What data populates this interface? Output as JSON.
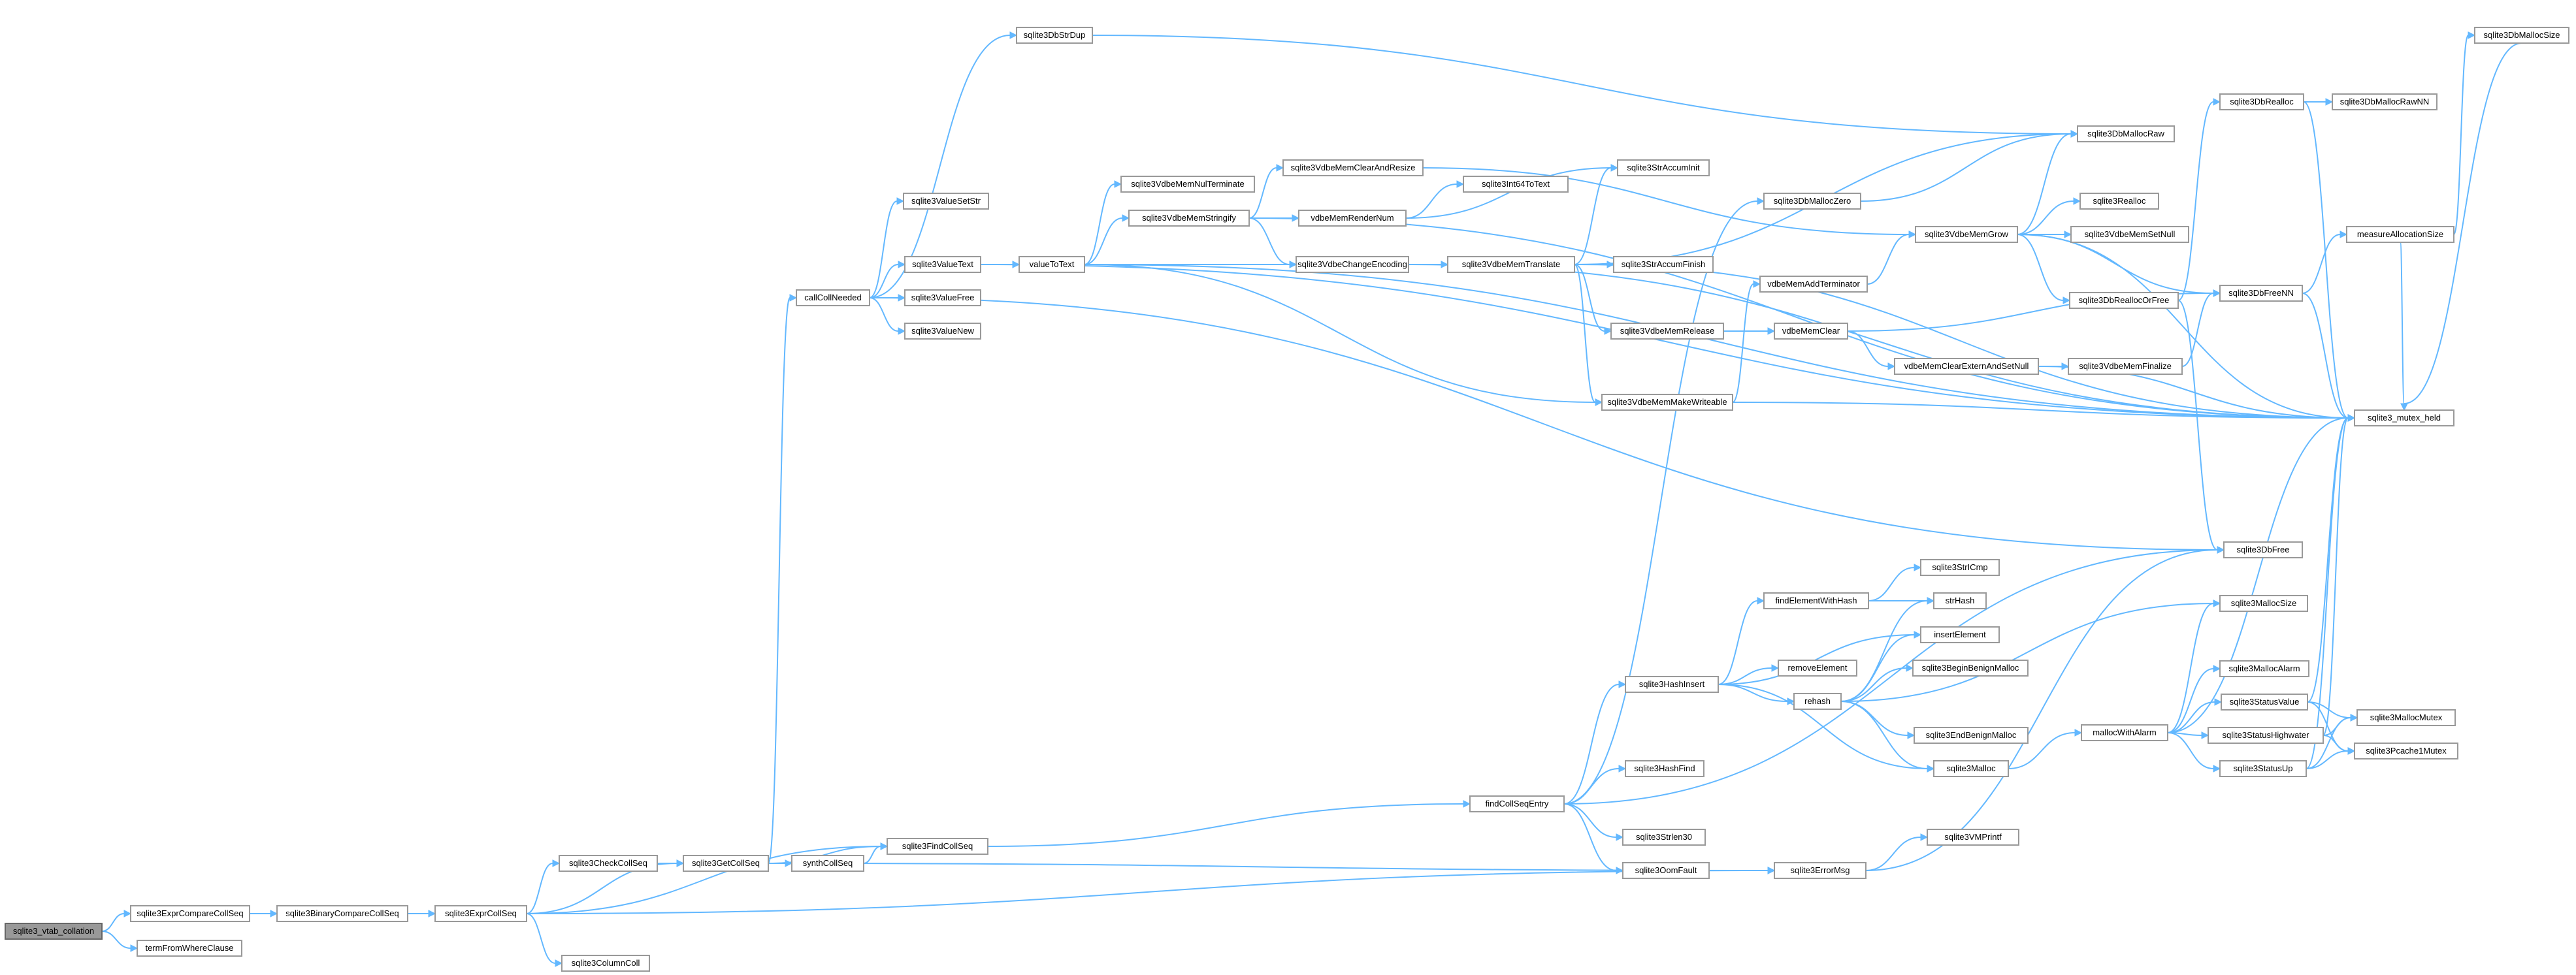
{
  "graph": {
    "title": "",
    "colors": {
      "edge": "#63b8ff",
      "node_border": "#999999",
      "root_fill": "#999999"
    },
    "nodes": [
      {
        "id": "root",
        "label": "sqlite3_vtab_collation"
      },
      {
        "id": "exprCompare",
        "label": "sqlite3ExprCompareCollSeq"
      },
      {
        "id": "termFrom",
        "label": "termFromWhereClause"
      },
      {
        "id": "binCompare",
        "label": "sqlite3BinaryCompareCollSeq"
      },
      {
        "id": "exprColl",
        "label": "sqlite3ExprCollSeq"
      },
      {
        "id": "checkColl",
        "label": "sqlite3CheckCollSeq"
      },
      {
        "id": "columnColl",
        "label": "sqlite3ColumnColl"
      },
      {
        "id": "getColl",
        "label": "sqlite3GetCollSeq"
      },
      {
        "id": "callColl",
        "label": "callCollNeeded"
      },
      {
        "id": "synthColl",
        "label": "synthCollSeq"
      },
      {
        "id": "findColl",
        "label": "sqlite3FindCollSeq"
      },
      {
        "id": "valueSetStr",
        "label": "sqlite3ValueSetStr"
      },
      {
        "id": "valueText",
        "label": "sqlite3ValueText"
      },
      {
        "id": "valueFree",
        "label": "sqlite3ValueFree"
      },
      {
        "id": "valueNew",
        "label": "sqlite3ValueNew"
      },
      {
        "id": "strDup",
        "label": "sqlite3DbStrDup"
      },
      {
        "id": "valueToText",
        "label": "valueToText"
      },
      {
        "id": "nulTerm",
        "label": "sqlite3VdbeMemNulTerminate"
      },
      {
        "id": "stringify",
        "label": "sqlite3VdbeMemStringify"
      },
      {
        "id": "clearResize",
        "label": "sqlite3VdbeMemClearAndResize"
      },
      {
        "id": "renderNum",
        "label": "vdbeMemRenderNum"
      },
      {
        "id": "int64",
        "label": "sqlite3Int64ToText"
      },
      {
        "id": "changeEnc",
        "label": "sqlite3VdbeChangeEncoding"
      },
      {
        "id": "memTranslate",
        "label": "sqlite3VdbeMemTranslate"
      },
      {
        "id": "strAccumInit",
        "label": "sqlite3StrAccumInit"
      },
      {
        "id": "strAccumFinish",
        "label": "sqlite3StrAccumFinish"
      },
      {
        "id": "dbMallocZero",
        "label": "sqlite3DbMallocZero"
      },
      {
        "id": "addTerm",
        "label": "vdbeMemAddTerminator"
      },
      {
        "id": "memRelease",
        "label": "sqlite3VdbeMemRelease"
      },
      {
        "id": "memClear",
        "label": "vdbeMemClear"
      },
      {
        "id": "makeWrite",
        "label": "sqlite3VdbeMemMakeWriteable"
      },
      {
        "id": "clearExtern",
        "label": "vdbeMemClearExternAndSetNull"
      },
      {
        "id": "dbMallocRaw",
        "label": "sqlite3DbMallocRaw"
      },
      {
        "id": "memGrow",
        "label": "sqlite3VdbeMemGrow"
      },
      {
        "id": "dbRealloc",
        "label": "sqlite3DbRealloc"
      },
      {
        "id": "dbMallocRawNN",
        "label": "sqlite3DbMallocRawNN"
      },
      {
        "id": "realloc",
        "label": "sqlite3Realloc"
      },
      {
        "id": "setNull",
        "label": "sqlite3VdbeMemSetNull"
      },
      {
        "id": "reallocOrFree",
        "label": "sqlite3DbReallocOrFree"
      },
      {
        "id": "freeNN",
        "label": "sqlite3DbFreeNN"
      },
      {
        "id": "memFinalize",
        "label": "sqlite3VdbeMemFinalize"
      },
      {
        "id": "measure",
        "label": "measureAllocationSize"
      },
      {
        "id": "dbMallocSize",
        "label": "sqlite3DbMallocSize"
      },
      {
        "id": "mutexHeld",
        "label": "sqlite3_mutex_held"
      },
      {
        "id": "dbFree",
        "label": "sqlite3DbFree"
      },
      {
        "id": "findElem",
        "label": "findElementWithHash"
      },
      {
        "id": "strICmp",
        "label": "sqlite3StrICmp"
      },
      {
        "id": "strHash",
        "label": "strHash"
      },
      {
        "id": "insertElem",
        "label": "insertElement"
      },
      {
        "id": "hashInsert",
        "label": "sqlite3HashInsert"
      },
      {
        "id": "removeElem",
        "label": "removeElement"
      },
      {
        "id": "rehash",
        "label": "rehash"
      },
      {
        "id": "beginBenign",
        "label": "sqlite3BeginBenignMalloc"
      },
      {
        "id": "endBenign",
        "label": "sqlite3EndBenignMalloc"
      },
      {
        "id": "malloc",
        "label": "sqlite3Malloc"
      },
      {
        "id": "mallocAlarm",
        "label": "mallocWithAlarm"
      },
      {
        "id": "mallocSize",
        "label": "sqlite3MallocSize"
      },
      {
        "id": "mallocAlarm2",
        "label": "sqlite3MallocAlarm"
      },
      {
        "id": "statusValue",
        "label": "sqlite3StatusValue"
      },
      {
        "id": "statusHigh",
        "label": "sqlite3StatusHighwater"
      },
      {
        "id": "statusUp",
        "label": "sqlite3StatusUp"
      },
      {
        "id": "mallocMutex",
        "label": "sqlite3MallocMutex"
      },
      {
        "id": "pcache",
        "label": "sqlite3Pcache1Mutex"
      },
      {
        "id": "hashFind",
        "label": "sqlite3HashFind"
      },
      {
        "id": "findEntry",
        "label": "findCollSeqEntry"
      },
      {
        "id": "strlen30",
        "label": "sqlite3Strlen30"
      },
      {
        "id": "oomFault",
        "label": "sqlite3OomFault"
      },
      {
        "id": "errorMsg",
        "label": "sqlite3ErrorMsg"
      },
      {
        "id": "vmprintf",
        "label": "sqlite3VMPrintf"
      }
    ],
    "edges": [
      [
        "root",
        "exprCompare"
      ],
      [
        "root",
        "termFrom"
      ],
      [
        "exprCompare",
        "binCompare"
      ],
      [
        "binCompare",
        "exprColl"
      ],
      [
        "exprColl",
        "checkColl"
      ],
      [
        "exprColl",
        "columnColl"
      ],
      [
        "exprColl",
        "getColl"
      ],
      [
        "exprColl",
        "findColl"
      ],
      [
        "exprColl",
        "errorMsg"
      ],
      [
        "checkColl",
        "getColl"
      ],
      [
        "getColl",
        "callColl"
      ],
      [
        "getColl",
        "synthColl"
      ],
      [
        "getColl",
        "findColl"
      ],
      [
        "getColl",
        "errorMsg"
      ],
      [
        "synthColl",
        "findColl"
      ],
      [
        "findColl",
        "findEntry"
      ],
      [
        "callColl",
        "valueSetStr"
      ],
      [
        "callColl",
        "valueText"
      ],
      [
        "callColl",
        "valueFree"
      ],
      [
        "callColl",
        "valueNew"
      ],
      [
        "callColl",
        "strDup"
      ],
      [
        "callColl",
        "dbFree"
      ],
      [
        "valueText",
        "valueToText"
      ],
      [
        "valueText",
        "mutexHeld"
      ],
      [
        "strDup",
        "dbMallocRaw"
      ],
      [
        "valueToText",
        "nulTerm"
      ],
      [
        "valueToText",
        "stringify"
      ],
      [
        "valueToText",
        "changeEnc"
      ],
      [
        "valueToText",
        "makeWrite"
      ],
      [
        "valueToText",
        "mutexHeld"
      ],
      [
        "stringify",
        "clearResize"
      ],
      [
        "stringify",
        "renderNum"
      ],
      [
        "stringify",
        "changeEnc"
      ],
      [
        "stringify",
        "mutexHeld"
      ],
      [
        "clearResize",
        "memGrow"
      ],
      [
        "renderNum",
        "int64"
      ],
      [
        "renderNum",
        "strAccumInit"
      ],
      [
        "changeEnc",
        "memTranslate"
      ],
      [
        "changeEnc",
        "mutexHeld"
      ],
      [
        "memTranslate",
        "strAccumInit"
      ],
      [
        "memTranslate",
        "strAccumFinish"
      ],
      [
        "memTranslate",
        "dbMallocRaw"
      ],
      [
        "memTranslate",
        "memRelease"
      ],
      [
        "memTranslate",
        "makeWrite"
      ],
      [
        "memTranslate",
        "mutexHeld"
      ],
      [
        "memRelease",
        "memClear"
      ],
      [
        "memClear",
        "clearExtern"
      ],
      [
        "memClear",
        "freeNN"
      ],
      [
        "clearExtern",
        "memFinalize"
      ],
      [
        "clearExtern",
        "mutexHeld"
      ],
      [
        "memFinalize",
        "freeNN"
      ],
      [
        "makeWrite",
        "addTerm"
      ],
      [
        "makeWrite",
        "mutexHeld"
      ],
      [
        "addTerm",
        "memGrow"
      ],
      [
        "memGrow",
        "dbMallocRaw"
      ],
      [
        "memGrow",
        "realloc"
      ],
      [
        "memGrow",
        "setNull"
      ],
      [
        "memGrow",
        "reallocOrFree"
      ],
      [
        "memGrow",
        "freeNN"
      ],
      [
        "memGrow",
        "mutexHeld"
      ],
      [
        "reallocOrFree",
        "dbRealloc"
      ],
      [
        "reallocOrFree",
        "dbFree"
      ],
      [
        "dbRealloc",
        "dbMallocRawNN"
      ],
      [
        "dbRealloc",
        "mutexHeld"
      ],
      [
        "freeNN",
        "measure"
      ],
      [
        "freeNN",
        "mutexHeld"
      ],
      [
        "measure",
        "dbMallocSize"
      ],
      [
        "measure",
        "mutexHeld"
      ],
      [
        "dbMallocSize",
        "mutexHeld"
      ],
      [
        "findEntry",
        "dbMallocZero"
      ],
      [
        "findEntry",
        "hashInsert"
      ],
      [
        "findEntry",
        "hashFind"
      ],
      [
        "findEntry",
        "strlen30"
      ],
      [
        "findEntry",
        "oomFault"
      ],
      [
        "findEntry",
        "dbFree"
      ],
      [
        "dbMallocZero",
        "dbMallocRaw"
      ],
      [
        "hashInsert",
        "findElem"
      ],
      [
        "hashInsert",
        "insertElem"
      ],
      [
        "hashInsert",
        "removeElem"
      ],
      [
        "hashInsert",
        "rehash"
      ],
      [
        "hashInsert",
        "malloc"
      ],
      [
        "findElem",
        "strICmp"
      ],
      [
        "findElem",
        "strHash"
      ],
      [
        "rehash",
        "insertElem"
      ],
      [
        "rehash",
        "beginBenign"
      ],
      [
        "rehash",
        "endBenign"
      ],
      [
        "rehash",
        "malloc"
      ],
      [
        "rehash",
        "mallocSize"
      ],
      [
        "rehash",
        "strHash"
      ],
      [
        "malloc",
        "mallocAlarm"
      ],
      [
        "mallocAlarm",
        "mallocSize"
      ],
      [
        "mallocAlarm",
        "mallocAlarm2"
      ],
      [
        "mallocAlarm",
        "statusValue"
      ],
      [
        "mallocAlarm",
        "statusHigh"
      ],
      [
        "mallocAlarm",
        "statusUp"
      ],
      [
        "mallocAlarm",
        "mutexHeld"
      ],
      [
        "statusValue",
        "mallocMutex"
      ],
      [
        "statusValue",
        "pcache"
      ],
      [
        "statusValue",
        "mutexHeld"
      ],
      [
        "statusHigh",
        "mallocMutex"
      ],
      [
        "statusHigh",
        "pcache"
      ],
      [
        "statusHigh",
        "mutexHeld"
      ],
      [
        "statusUp",
        "mallocMutex"
      ],
      [
        "statusUp",
        "pcache"
      ],
      [
        "statusUp",
        "mutexHeld"
      ],
      [
        "oomFault",
        "errorMsg"
      ],
      [
        "errorMsg",
        "vmprintf"
      ],
      [
        "errorMsg",
        "dbFree"
      ]
    ]
  }
}
